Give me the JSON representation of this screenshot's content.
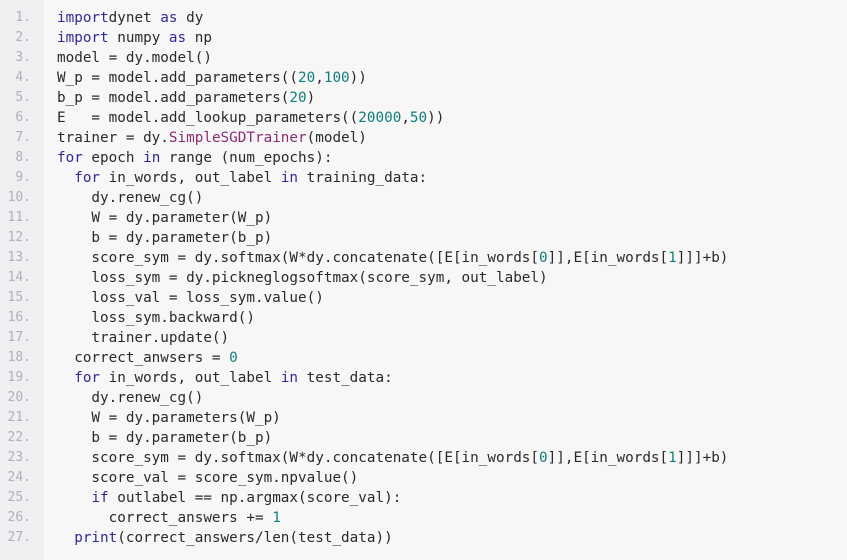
{
  "colors": {
    "background": "#f7f7f8",
    "gutter": "#efeff1",
    "line_number": "#b0b0b6",
    "text": "#2a2a2a",
    "keyword": "#2f2b96",
    "builtin": "#8c2c73",
    "number": "#0f7e7a"
  },
  "lines": [
    {
      "n": "1.",
      "t": [
        [
          "kw",
          "import"
        ],
        [
          "",
          "dynet"
        ],
        [
          "kw",
          " as "
        ],
        [
          "",
          "dy"
        ]
      ]
    },
    {
      "n": "2.",
      "t": [
        [
          "kw",
          "import"
        ],
        [
          "",
          " numpy"
        ],
        [
          "kw",
          " as "
        ],
        [
          "",
          "np"
        ]
      ]
    },
    {
      "n": "3.",
      "t": [
        [
          "",
          "model = dy.model()"
        ]
      ]
    },
    {
      "n": "4.",
      "t": [
        [
          "",
          "W_p = model.add_parameters(("
        ],
        [
          "num",
          "20"
        ],
        [
          "",
          ","
        ],
        [
          "num",
          "100"
        ],
        [
          "",
          "))"
        ]
      ]
    },
    {
      "n": "5.",
      "t": [
        [
          "",
          "b_p = model.add_parameters("
        ],
        [
          "num",
          "20"
        ],
        [
          "",
          ")"
        ]
      ]
    },
    {
      "n": "6.",
      "t": [
        [
          "",
          "E   = model.add_lookup_parameters(("
        ],
        [
          "num",
          "20000"
        ],
        [
          "",
          ","
        ],
        [
          "num",
          "50"
        ],
        [
          "",
          "))"
        ]
      ]
    },
    {
      "n": "7.",
      "t": [
        [
          "",
          "trainer = dy."
        ],
        [
          "bi",
          "SimpleSGDTrainer"
        ],
        [
          "",
          "(model)"
        ]
      ]
    },
    {
      "n": "8.",
      "t": [
        [
          "kw",
          "for"
        ],
        [
          "",
          " epoch "
        ],
        [
          "kw",
          "in"
        ],
        [
          "",
          " range (num_epochs):"
        ]
      ]
    },
    {
      "n": "9.",
      "t": [
        [
          "",
          "  "
        ],
        [
          "kw",
          "for"
        ],
        [
          "",
          " in_words, out_label "
        ],
        [
          "kw",
          "in"
        ],
        [
          "",
          " training_data:"
        ]
      ]
    },
    {
      "n": "10.",
      "t": [
        [
          "",
          "    dy.renew_cg()"
        ]
      ]
    },
    {
      "n": "11.",
      "t": [
        [
          "",
          "    W = dy.parameter(W_p)"
        ]
      ]
    },
    {
      "n": "12.",
      "t": [
        [
          "",
          "    b = dy.parameter(b_p)"
        ]
      ]
    },
    {
      "n": "13.",
      "t": [
        [
          "",
          "    score_sym = dy.softmax(W*dy.concatenate([E[in_words["
        ],
        [
          "num",
          "0"
        ],
        [
          "",
          "]],E[in_words["
        ],
        [
          "num",
          "1"
        ],
        [
          "",
          "]]]+b)"
        ]
      ]
    },
    {
      "n": "14.",
      "t": [
        [
          "",
          "    loss_sym = dy.pickneglogsoftmax(score_sym, out_label)"
        ]
      ]
    },
    {
      "n": "15.",
      "t": [
        [
          "",
          "    loss_val = loss_sym.value()"
        ]
      ]
    },
    {
      "n": "16.",
      "t": [
        [
          "",
          "    loss_sym.backward()"
        ]
      ]
    },
    {
      "n": "17.",
      "t": [
        [
          "",
          "    trainer.update()"
        ]
      ]
    },
    {
      "n": "18.",
      "t": [
        [
          "",
          "  correct_anwsers = "
        ],
        [
          "num",
          "0"
        ]
      ]
    },
    {
      "n": "19.",
      "t": [
        [
          "",
          "  "
        ],
        [
          "kw",
          "for"
        ],
        [
          "",
          " in_words, out_label "
        ],
        [
          "kw",
          "in"
        ],
        [
          "",
          " test_data:"
        ]
      ]
    },
    {
      "n": "20.",
      "t": [
        [
          "",
          "    dy.renew_cg()"
        ]
      ]
    },
    {
      "n": "21.",
      "t": [
        [
          "",
          "    W = dy.parameters(W_p)"
        ]
      ]
    },
    {
      "n": "22.",
      "t": [
        [
          "",
          "    b = dy.parameter(b_p)"
        ]
      ]
    },
    {
      "n": "23.",
      "t": [
        [
          "",
          "    score_sym = dy.softmax(W*dy.concatenate([E[in_words["
        ],
        [
          "num",
          "0"
        ],
        [
          "",
          "]],E[in_words["
        ],
        [
          "num",
          "1"
        ],
        [
          "",
          "]]]+b)"
        ]
      ]
    },
    {
      "n": "24.",
      "t": [
        [
          "",
          "    score_val = score_sym.npvalue()"
        ]
      ]
    },
    {
      "n": "25.",
      "t": [
        [
          "",
          "    "
        ],
        [
          "kw",
          "if"
        ],
        [
          "",
          " outlabel == np.argmax(score_val):"
        ]
      ]
    },
    {
      "n": "26.",
      "t": [
        [
          "",
          "      correct_answers += "
        ],
        [
          "num",
          "1"
        ]
      ]
    },
    {
      "n": "27.",
      "t": [
        [
          "",
          "  "
        ],
        [
          "kw",
          "print"
        ],
        [
          "",
          "(correct_answers/len(test_data))"
        ]
      ]
    }
  ]
}
